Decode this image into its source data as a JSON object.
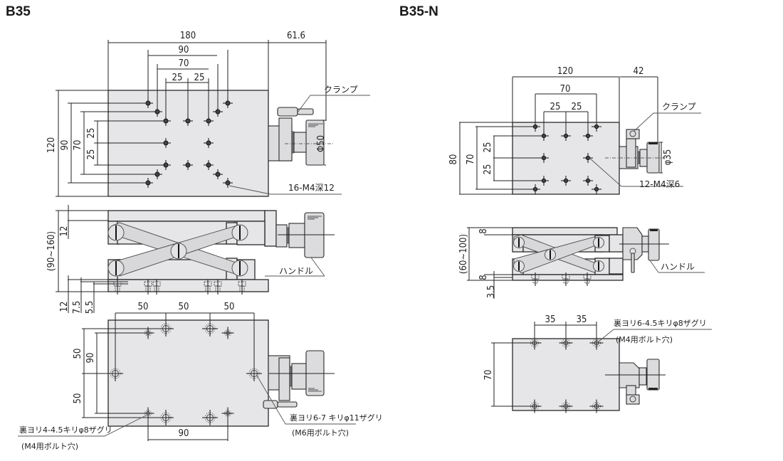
{
  "models": [
    {
      "id": "B35",
      "title": "B35",
      "top_view": {
        "width": "180",
        "handle_offset": "61.6",
        "hole_x_90": "90",
        "hole_x_70": "70",
        "hole_x_25a": "25",
        "hole_x_25b": "25",
        "height": "120",
        "hole_y_90": "90",
        "hole_y_70": "70",
        "hole_y_25a": "25",
        "hole_y_25b": "25",
        "knob_diameter": "Φ50",
        "clamp_label": "クランプ",
        "tapped_holes": "16-M4深12"
      },
      "side_view": {
        "height_range": "(90~160)",
        "top_plate": "12",
        "base_plate": "12",
        "base_7_5": "7.5",
        "base_5_5": "5.5",
        "handle_label": "ハンドル"
      },
      "bottom_view": {
        "spacing_a": "50",
        "spacing_b": "50",
        "spacing_c": "50",
        "y_50a": "50",
        "y_50b": "50",
        "y_90": "90",
        "x_90": "90",
        "m4_holes": "裏ヨリ4-4.5キリφ8ザグリ",
        "m4_note": "(M4用ボルト穴)",
        "m6_holes": "裏ヨリ6-7 キリφ11ザグリ",
        "m6_note": "(M6用ボルト穴)"
      }
    },
    {
      "id": "B35-N",
      "title": "B35-N",
      "top_view": {
        "width": "120",
        "handle_offset": "42",
        "hole_x_70": "70",
        "hole_x_25a": "25",
        "hole_x_25b": "25",
        "height": "80",
        "hole_y_70": "70",
        "hole_y_25a": "25",
        "hole_y_25b": "25",
        "knob_diameter": "φ35",
        "clamp_label": "クランプ",
        "tapped_holes": "12-M4深6"
      },
      "side_view": {
        "height_range": "(60~100)",
        "top_plate": "8",
        "base_plate": "8",
        "base_3_5": "3.5",
        "handle_label": "ハンドル"
      },
      "bottom_view": {
        "spacing_a": "35",
        "spacing_b": "35",
        "y_70": "70",
        "m4_holes": "裏ヨリ6-4.5キリφ8ザグリ",
        "m4_note": "(M4用ボルト穴)"
      }
    }
  ]
}
